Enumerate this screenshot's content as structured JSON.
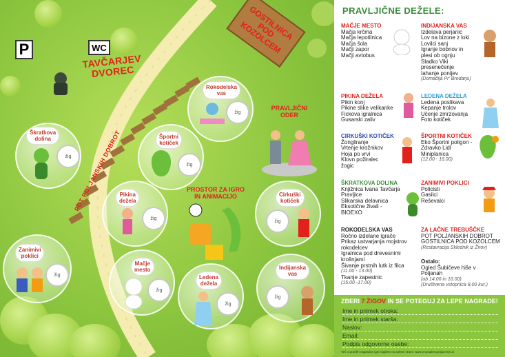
{
  "map": {
    "parking_sign": "P",
    "wc_sign": "WC",
    "tavcarjev": "TAVČARJEV\nDVOREC",
    "gostilnica_line1": "GOSTILNICA",
    "gostilnica_line2": "POD KOZOLCEM",
    "road_label": "POT POLJANSKIH DOBROT",
    "oder_label": "PRAVLJIČNI\nODER",
    "igra_label": "PROSTOR ZA IGRO\nIN ANIMACIJO",
    "stamp_text": "žig",
    "bubbles": [
      {
        "name": "Škratkova\ndolina"
      },
      {
        "name": "Športni\nkotiček"
      },
      {
        "name": "Rokodelska\nvas"
      },
      {
        "name": "Pikina\ndežela"
      },
      {
        "name": "Cirkuški\nkotiček"
      },
      {
        "name": "Zanimivi\npoklici"
      },
      {
        "name": "Mačje\nmesto"
      },
      {
        "name": "Ledena\ndežela"
      },
      {
        "name": "Indijanska\nvas"
      }
    ]
  },
  "panel": {
    "title": "PRAVLJIČNE DEŽELE:",
    "sections": {
      "macje": {
        "head": "MAČJE MESTO",
        "items": [
          "Mačja krčma",
          "Mačja lepotilnica",
          "Mačja šola",
          "Mačji zapor",
          "Mačji avtobus"
        ]
      },
      "indijanska": {
        "head": "INDIJANSKA VAS",
        "items": [
          "Izdelava perjanic",
          "Lov na bizone z loki",
          "Lovilci sanj",
          "Igranje bobnov in",
          "plesi ob ognju",
          "Sladko Viki",
          "presenečenje",
          "Iahanje ponijev"
        ],
        "sub": "(Domačija Pr' Brodarju)"
      },
      "pikina": {
        "head": "PIKINA DEŽELA",
        "items": [
          "Pikin konj",
          "Pikine slike velikanke",
          "Fickova igralnica",
          "Gusarski zaliv"
        ]
      },
      "ledena": {
        "head": "LEDENA DEŽELA",
        "items": [
          "Ledena poslikava",
          "Kepanje trolov",
          "Učenje zmrzovanja",
          "Foto kotiček"
        ]
      },
      "cirkuski": {
        "head": "CIRKUŠKI KOTIČEK",
        "items": [
          "Žongliranje",
          "Vrtenje krožnikov",
          "Hoja po vrvi",
          "Klovn požiralec",
          "žogic"
        ]
      },
      "sportni": {
        "head": "ŠPORTNI KOTIČEK",
        "items": [
          "Eko Športni poligon -",
          "Zdravko Lidl",
          "Miniplanica"
        ],
        "sub": "(12.00 - 16.00)"
      },
      "skratkova": {
        "head": "ŠKRATKOVA DOLINA",
        "items": [
          "Knjižnica Ivana Tavčarja",
          "Pravljice",
          "Slikarska delavnica",
          "Eksotične živali -",
          "BIOEXO"
        ]
      },
      "zanimivi": {
        "head": "ZANIMIVI POKLICI",
        "items": [
          "Policisti",
          "Gasilci",
          "Reševalci"
        ]
      },
      "rokodelska": {
        "head": "ROKODELSKA VAS",
        "items": [
          "Ročno izdelane igrače",
          "Prikaz ustvarjanja mojstrov",
          "rokodelcev",
          "Igralnica pod drevesnimi",
          "krošnjami",
          "Šivanje prstnih lutk iz filca"
        ],
        "sub1": "(11.00 - 13.00)",
        "items2": [
          "Tkanje zapestnic"
        ],
        "sub2": "(15.00 -17.00)"
      },
      "lacne": {
        "head": "ZA LAČNE TREBUŠČKE",
        "items": [
          "POT POLJANSKIH DOBROT",
          "GOSTILNICA POD KOZOLCEM"
        ],
        "sub": "(Restavracija Sklednik iz Žirov)"
      },
      "ostalo": {
        "head": "Ostalo:",
        "items": [
          "Ogled Šubičeve hiše v",
          "Poljanah"
        ],
        "sub1": "(ob 14.00 in 16.00)",
        "sub2": "(Društvena vstopnica 8,00 kur.)"
      }
    },
    "form": {
      "head_a": "ZBERI ",
      "head_hl": "7 ŽIGOV",
      "head_b": " IN SE POTEGUJ ZA LEPE NAGRADE!",
      "fields": [
        "Ime in priimek otroka:",
        "Ime in priimek starša:",
        "Naslov:",
        "Email:",
        "Podpis odgovorne osebe:"
      ],
      "footer": "Več o pravilih nagradne igre najdete na spletni strani: www.znostalenoprijaznejsi.si"
    }
  }
}
